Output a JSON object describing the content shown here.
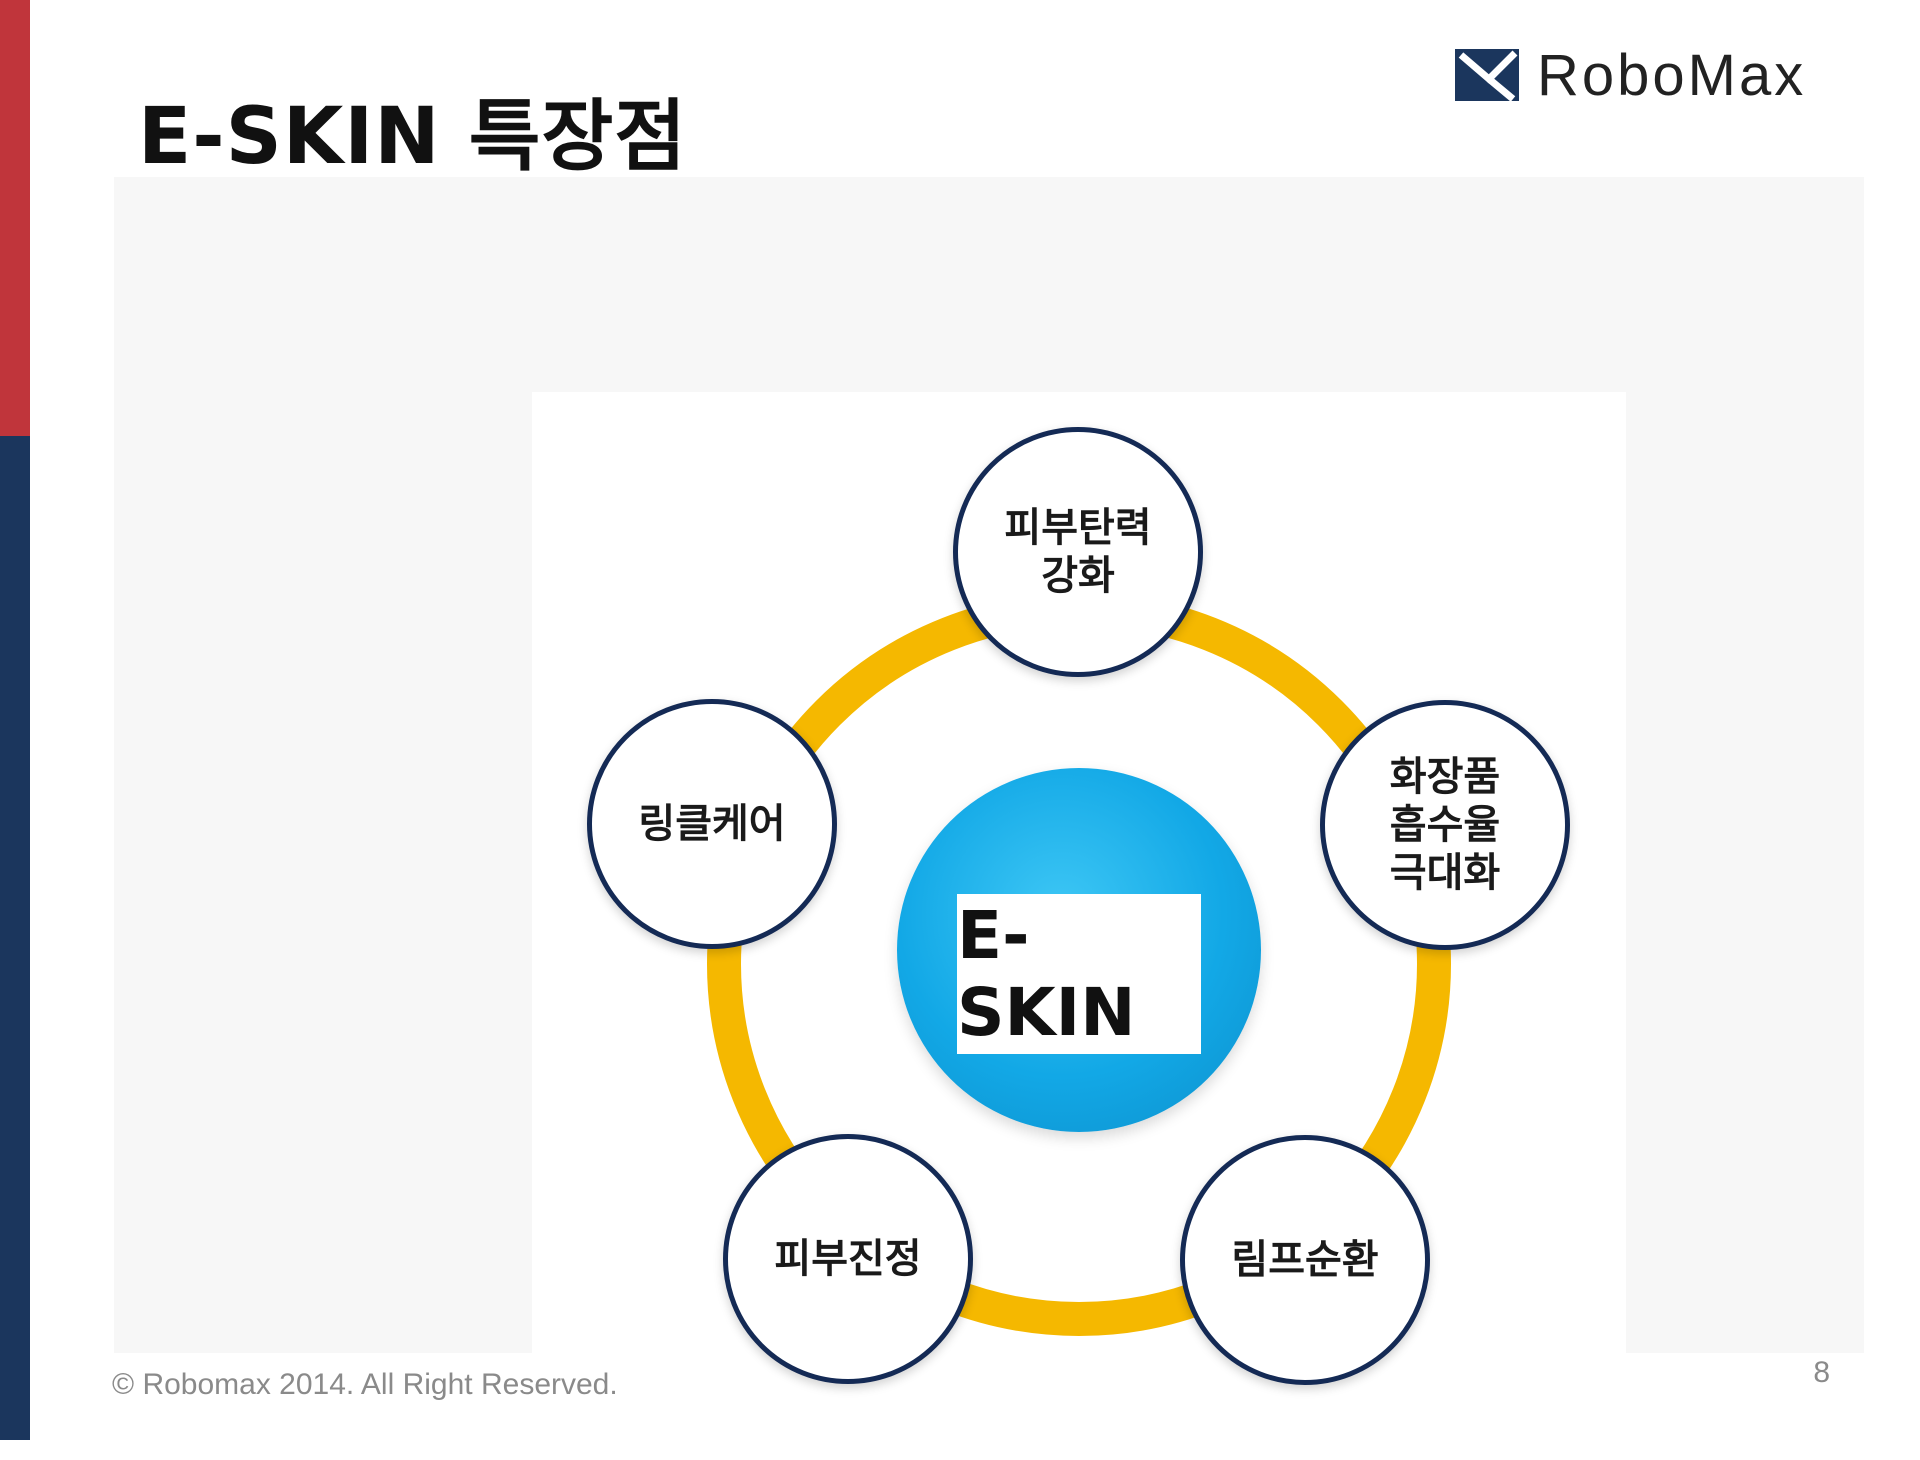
{
  "slide": {
    "title": "E-SKIN 특장점",
    "page_number": "8",
    "footer": "© Robomax 2014. All Right Reserved."
  },
  "logo": {
    "text": "RoboMax",
    "icon": "robomax-logo-icon",
    "brand_color": "#1b365d"
  },
  "diagram": {
    "center_label": "E-SKIN",
    "nodes": [
      {
        "label": "피부탄력\n강화"
      },
      {
        "label": "화장품\n흡수율\n극대화"
      },
      {
        "label": "림프순환"
      },
      {
        "label": "피부진정"
      },
      {
        "label": "링클케어"
      }
    ],
    "colors": {
      "ring": "#f5b800",
      "node_border": "#142a55",
      "center_disc": "#12a8e6",
      "accent_red": "#c0353b"
    }
  }
}
